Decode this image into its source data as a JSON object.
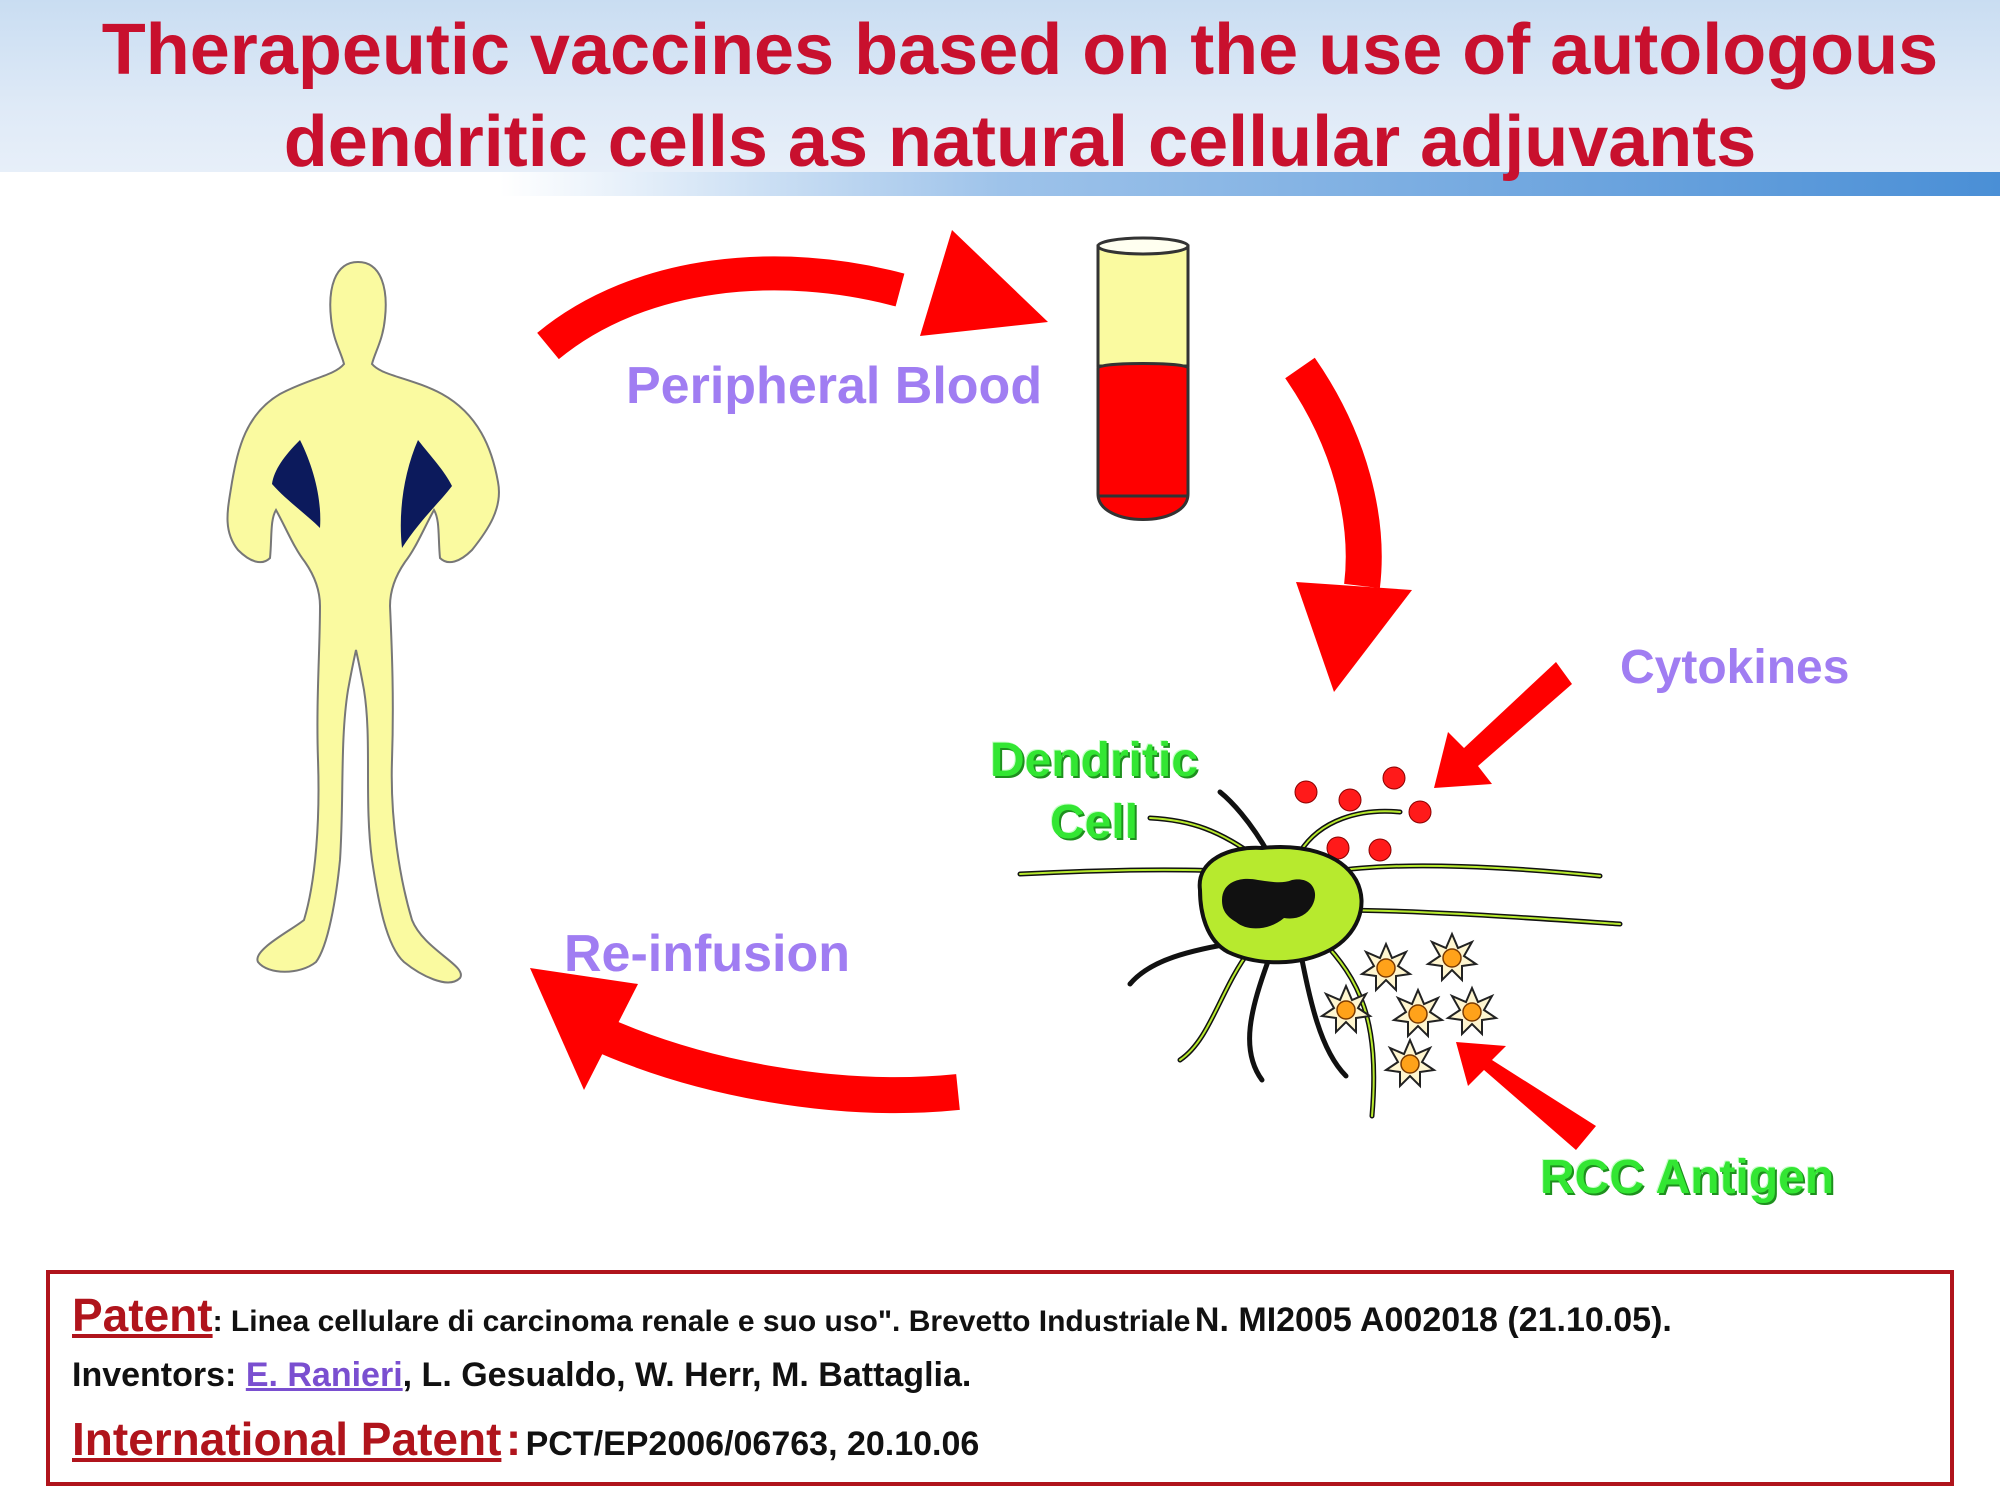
{
  "slide": {
    "title_lines": [
      "Therapeutic vaccines based on the use of  autologous",
      "dendritic cells as natural cellular adjuvants"
    ]
  },
  "diagram": {
    "labels": {
      "peripheral_blood": "Peripheral Blood",
      "cytokines": "Cytokines",
      "dendritic_cell_lines": [
        "Dendritic",
        "Cell"
      ],
      "re_infusion": "Re-infusion",
      "rcc_antigen": "RCC Antigen"
    },
    "colors": {
      "arrow": "#ff0000",
      "body": "#fafaa0",
      "blood": "#ff0000",
      "plasma": "#fafaa0",
      "cell": "#b7ea2e",
      "nucleus": "#111111",
      "cytokine_dot": "#ff1a1a",
      "antigen": "#ffa21a",
      "label_purple": "#a07df2",
      "label_green": "#33e633"
    }
  },
  "patent": {
    "heading": "Patent",
    "description": ": Linea cellulare di carcinoma renale e suo uso\". Brevetto Industriale",
    "number": "N. MI2005 A002018  (21.10.05).",
    "inventors_prefix": "Inventors:",
    "inventor_highlight": "E. Ranieri",
    "inventors_rest": ", L. Gesualdo, W. Herr, M. Battaglia.",
    "international_heading": "International Patent",
    "international_colon": ":",
    "international_number": "PCT/EP2006/06763",
    "international_date": ", 20.10.06"
  }
}
